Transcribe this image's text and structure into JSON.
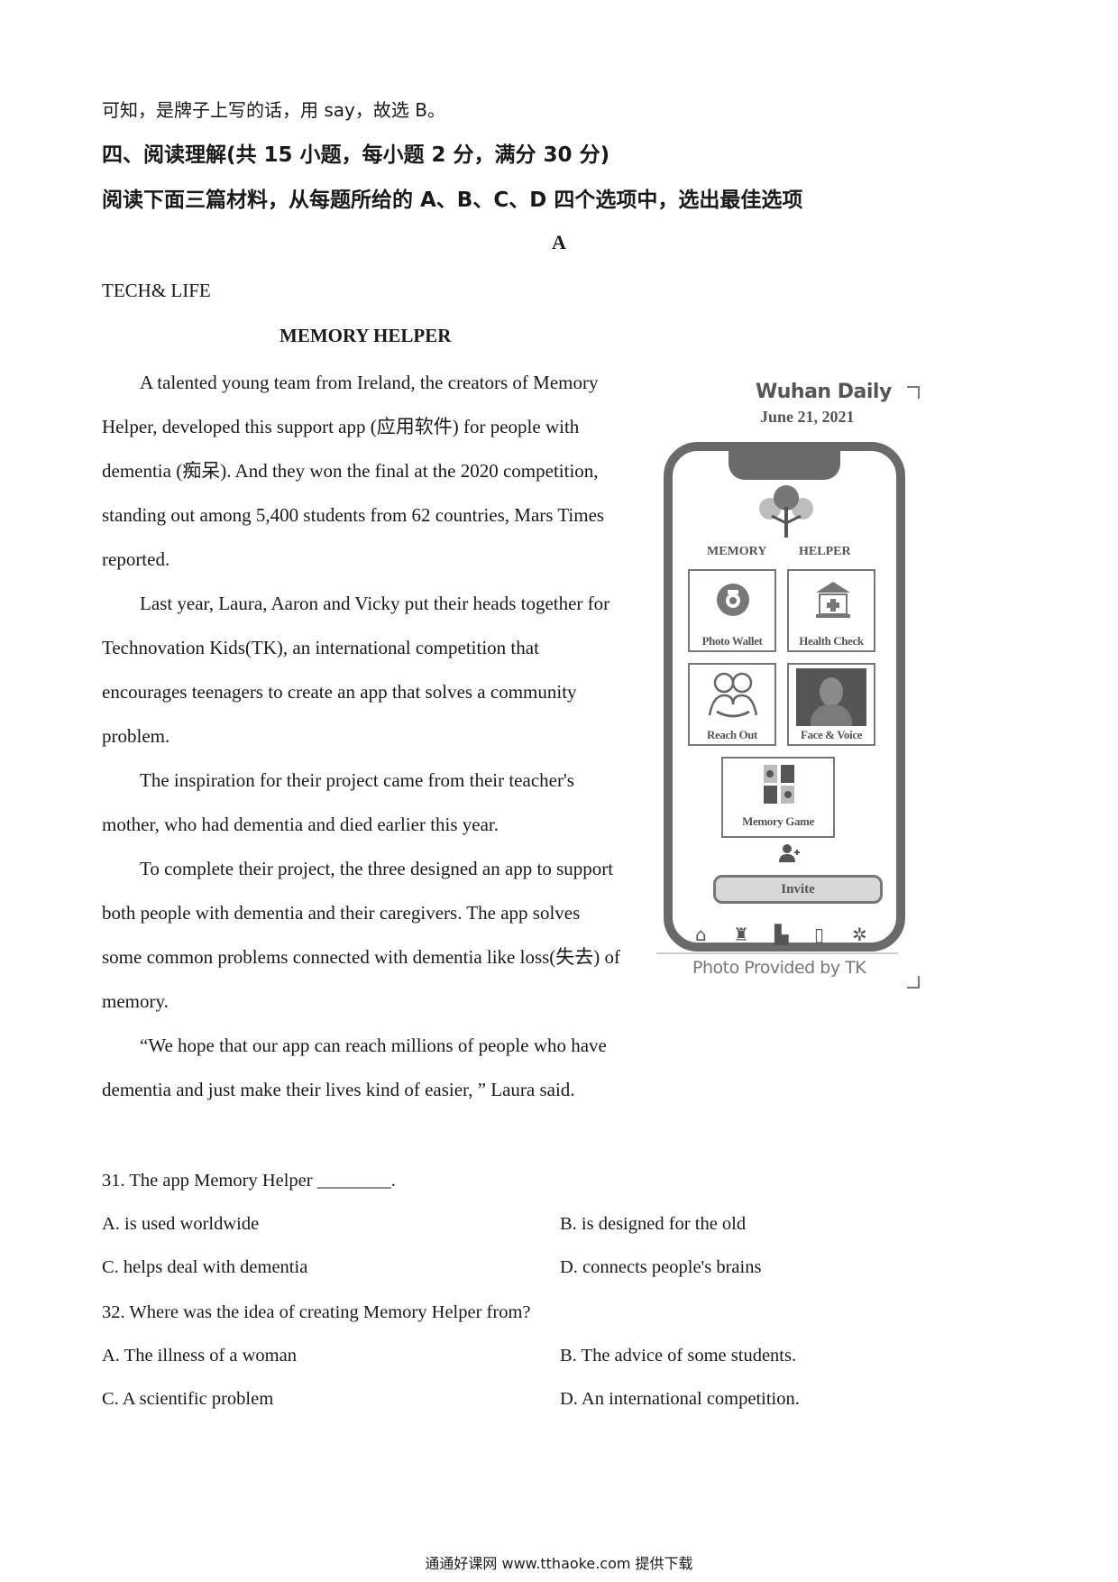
{
  "intro_line": "可知，是牌子上写的话，用 say，故选 B。",
  "section_heading": "四、阅读理解(共 15 小题，每小题 2 分，满分 30 分)",
  "instructions": "阅读下面三篇材料，从每题所给的 A、B、C、D 四个选项中，选出最佳选项",
  "passage_letter": "A",
  "column": "TECH& LIFE",
  "article_title": "MEMORY HELPER",
  "paragraphs": [
    {
      "lines": [
        "A talented young team from Ireland, the creators of Memory",
        "Helper, developed this support app (应用软件) for people with",
        "dementia (痴呆). And they won the final at the 2020 competition,",
        "standing out among 5,400 students from 62 countries, Mars Times",
        "reported."
      ]
    },
    {
      "lines": [
        "Last year, Laura, Aaron and Vicky put their heads together for",
        "Technovation Kids(TK), an international competition that",
        "encourages teenagers to create an app that solves a community",
        "problem."
      ]
    },
    {
      "lines": [
        "The inspiration for their project came from their teacher's",
        "mother, who had dementia and died earlier this year."
      ]
    },
    {
      "lines": [
        "To complete their project, the three designed an app to support",
        "both people with dementia and their caregivers. The app solves",
        "some common problems connected with dementia like loss(失去) of",
        "memory."
      ]
    },
    {
      "lines": [
        "“We hope that our app can reach millions of people who have",
        "dementia and just make their lives kind of easier, ” Laura said."
      ]
    }
  ],
  "figure": {
    "newspaper": "Wuhan Daily",
    "date": "June 21, 2021",
    "brand_left": "MEMORY",
    "brand_right": "HELPER",
    "tiles": [
      "Photo Wallet",
      "Health Check",
      "Reach Out",
      "Face & Voice",
      "Memory Game"
    ],
    "invite_label": "Invite",
    "credit": "Photo Provided by TK",
    "accent_gray": "#6a6a6a"
  },
  "questions": [
    {
      "stem": "31. The app Memory Helper ________.",
      "options": [
        "A. is used worldwide",
        "B. is designed for the old",
        "C. helps deal with dementia",
        "D. connects people's brains"
      ]
    },
    {
      "stem": "32. Where was the idea of creating Memory Helper from?",
      "options": [
        "A. The illness of a woman",
        "B. The advice of some students.",
        "C. A scientific problem",
        "D. An international competition."
      ]
    }
  ],
  "footer": "通通好课网  www.tthaoke.com  提供下载"
}
